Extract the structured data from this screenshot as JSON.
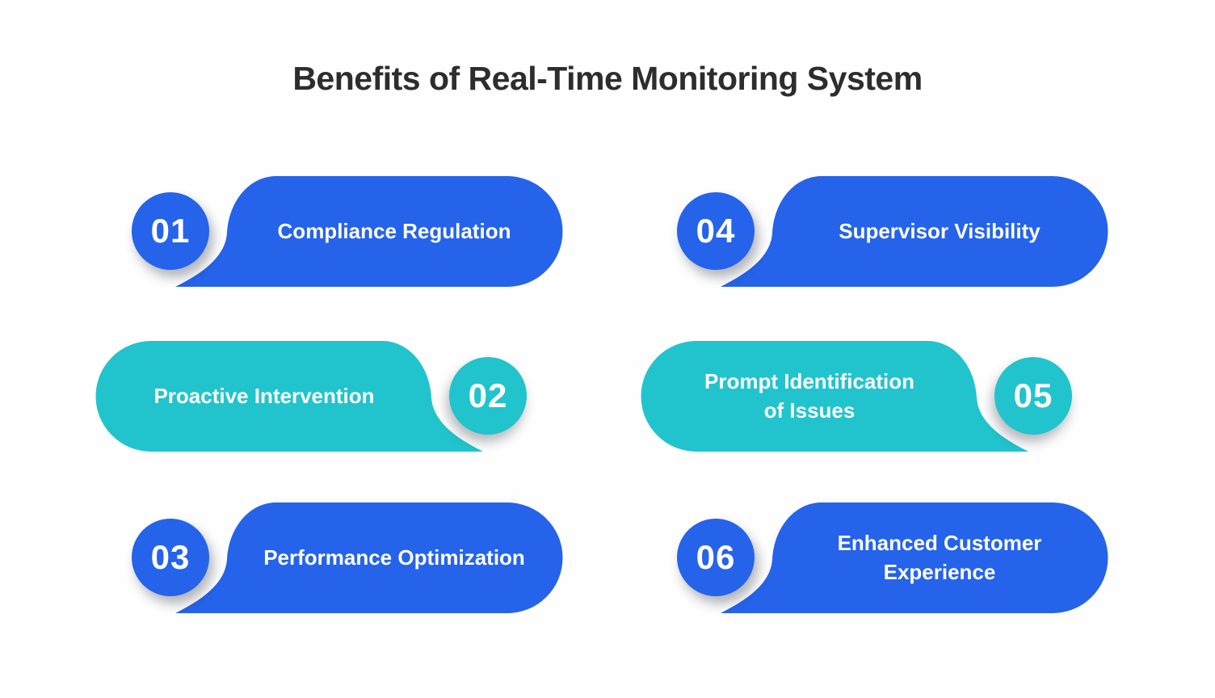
{
  "title": "Benefits of Real-Time Monitoring System",
  "colors": {
    "blue": "#2563eb",
    "teal": "#21c4cc",
    "background": "#fefefe",
    "title_text": "#2d2d2d",
    "item_text": "#ffffff"
  },
  "items": [
    {
      "number": "01",
      "label": "Compliance Regulation",
      "style": "blue",
      "number_side": "left"
    },
    {
      "number": "02",
      "label": "Proactive Intervention",
      "style": "teal",
      "number_side": "right"
    },
    {
      "number": "03",
      "label": "Performance Optimization",
      "style": "blue",
      "number_side": "left"
    },
    {
      "number": "04",
      "label": "Supervisor Visibility",
      "style": "blue",
      "number_side": "left"
    },
    {
      "number": "05",
      "label": "Prompt Identification\nof Issues",
      "style": "teal",
      "number_side": "right"
    },
    {
      "number": "06",
      "label": "Enhanced Customer\nExperience",
      "style": "blue",
      "number_side": "left"
    }
  ]
}
